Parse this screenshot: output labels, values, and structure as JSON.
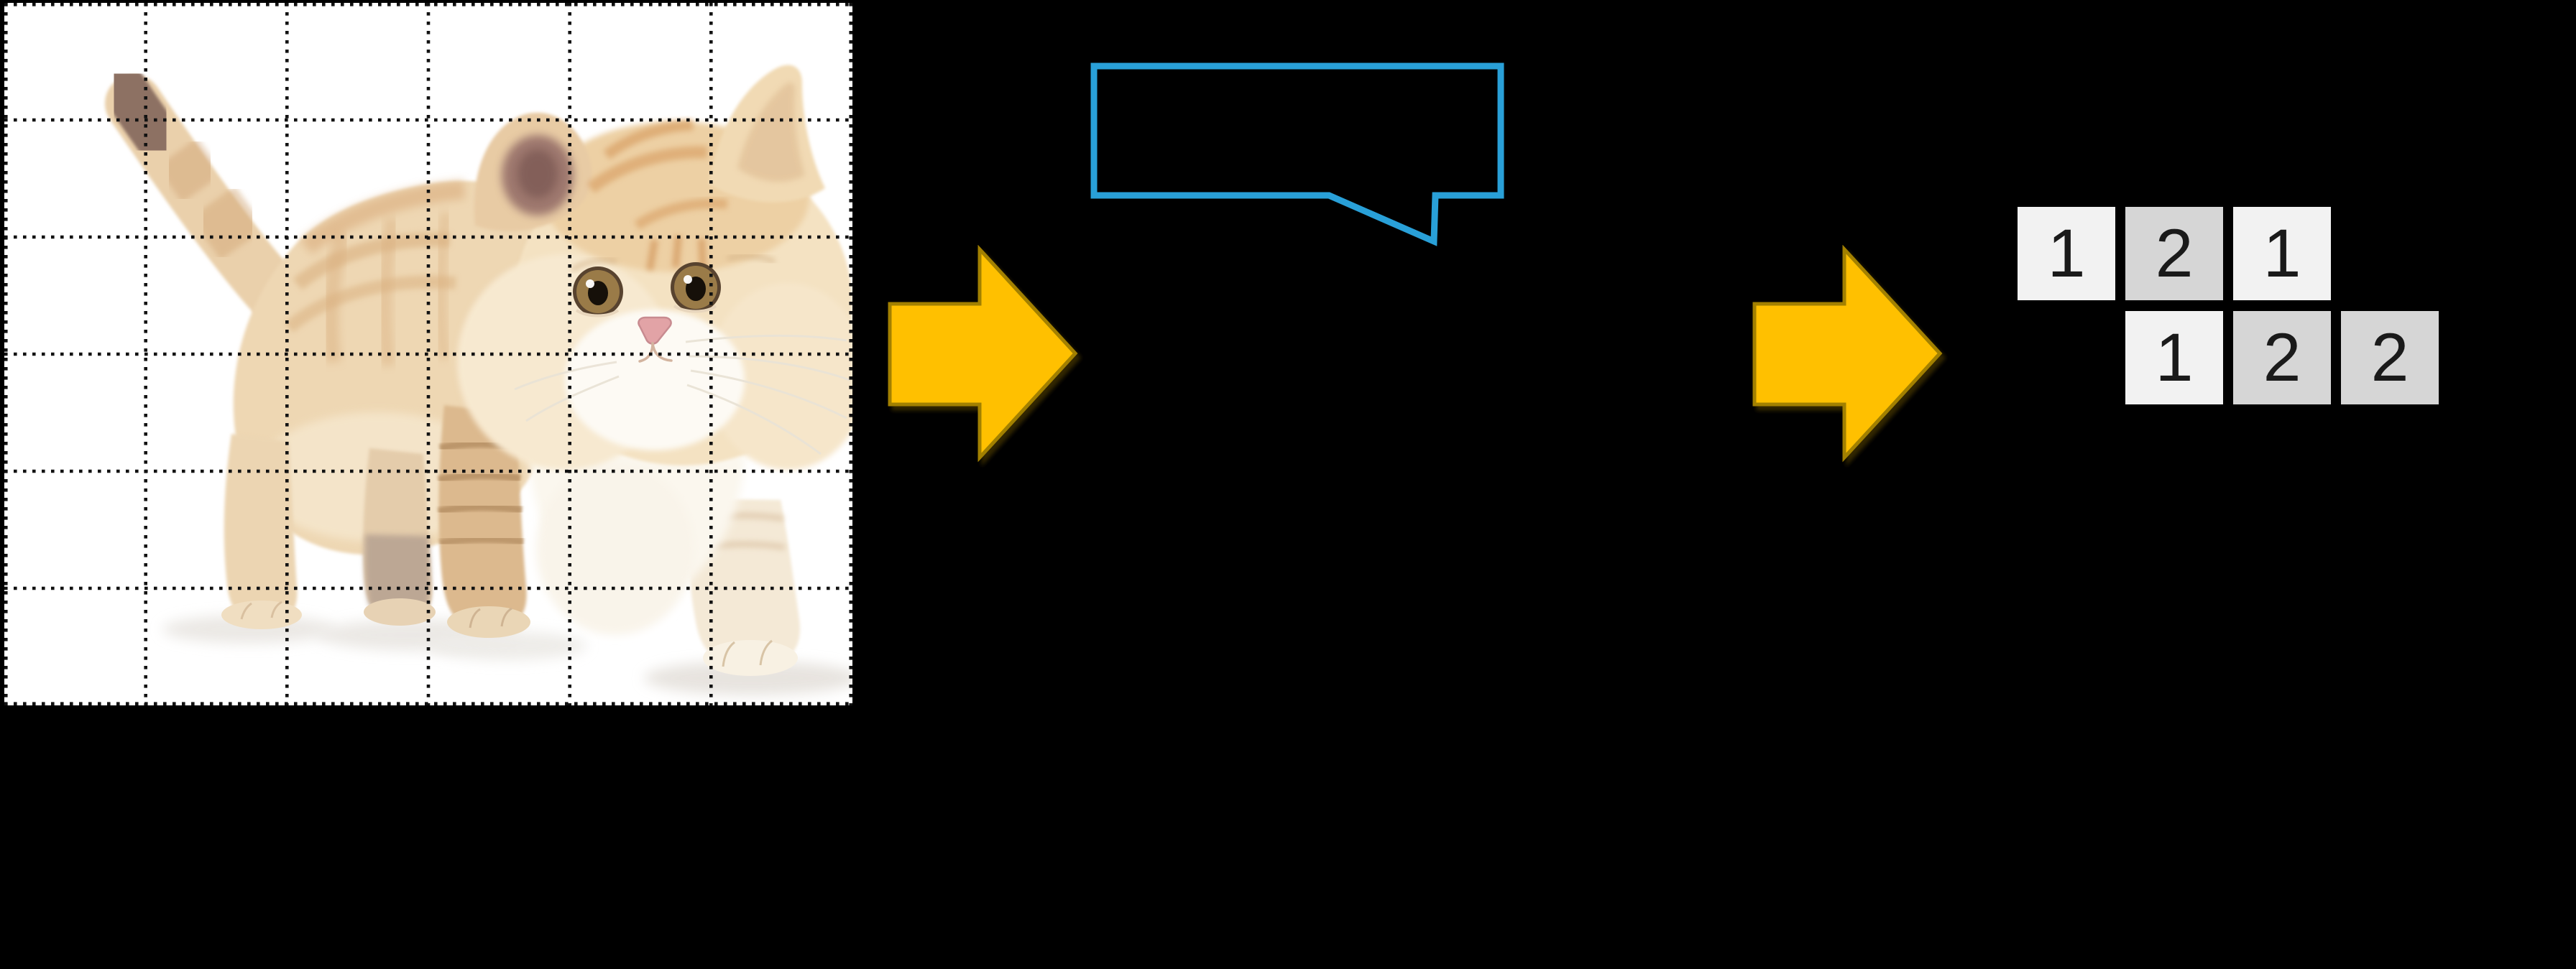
{
  "slide": {
    "background_color": "#000000"
  },
  "photo": {
    "description": "Cream tabby kitten walking on a white background",
    "grid": {
      "rows": 6,
      "cols": 6,
      "line_style": "dotted",
      "line_color": "#111111"
    }
  },
  "bubble": {
    "text": "",
    "outline_color": "#29A0D8"
  },
  "arrows": {
    "fill": "#FFC000",
    "outline": "#A28000",
    "items": [
      {
        "direction": "right"
      },
      {
        "direction": "right"
      }
    ]
  },
  "feature_grid": {
    "tile_colors": {
      "light": "#F2F2F2",
      "dark": "#D6D6D6",
      "text_color": "#1A1A1A"
    },
    "tiles": [
      {
        "row": 1,
        "col": 1,
        "value": "1",
        "shade": "light"
      },
      {
        "row": 1,
        "col": 2,
        "value": "2",
        "shade": "dark"
      },
      {
        "row": 1,
        "col": 3,
        "value": "1",
        "shade": "light"
      },
      {
        "row": 2,
        "col": 2,
        "value": "1",
        "shade": "light"
      },
      {
        "row": 2,
        "col": 3,
        "value": "2",
        "shade": "dark"
      },
      {
        "row": 2,
        "col": 4,
        "value": "2",
        "shade": "dark"
      }
    ]
  }
}
